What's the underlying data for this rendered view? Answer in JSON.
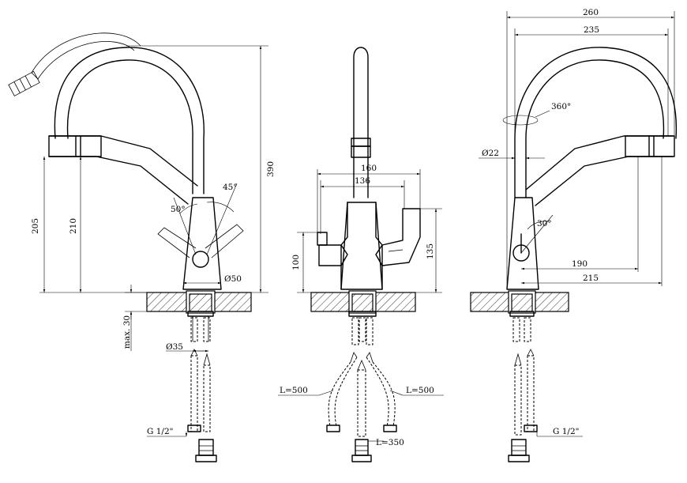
{
  "drawing": {
    "left_view": {
      "angle_45": "45°",
      "angle_50": "50°",
      "height_205": "205",
      "height_210": "210",
      "height_390": "390",
      "base_diameter": "Ø50",
      "max_thickness": "max. 30",
      "shank_diameter": "Ø35",
      "thread": "G 1/2\""
    },
    "front_view": {
      "width_160": "160",
      "width_136": "136",
      "height_100": "100",
      "height_135": "135",
      "hose_left": "L=500",
      "hose_right": "L=500",
      "hose_center": "L=350"
    },
    "right_view": {
      "width_260": "260",
      "width_235": "235",
      "rotation": "360°",
      "spout_diameter": "Ø22",
      "angle_30": "30°",
      "reach_190": "190",
      "reach_215": "215",
      "thread": "G 1/2\""
    }
  }
}
